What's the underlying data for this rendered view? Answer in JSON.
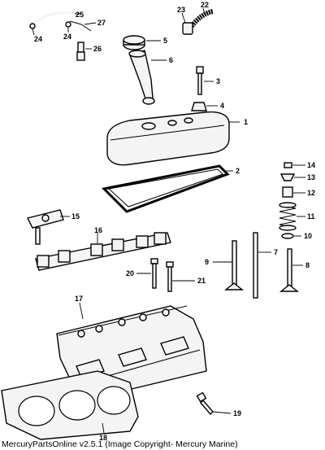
{
  "callouts": [
    {
      "id": "n1",
      "label": "1"
    },
    {
      "id": "n2",
      "label": "2"
    },
    {
      "id": "n3",
      "label": "3"
    },
    {
      "id": "n4",
      "label": "4"
    },
    {
      "id": "n5",
      "label": "5"
    },
    {
      "id": "n6",
      "label": "6"
    },
    {
      "id": "n7",
      "label": "7"
    },
    {
      "id": "n8",
      "label": "8"
    },
    {
      "id": "n9",
      "label": "9"
    },
    {
      "id": "n10",
      "label": "10"
    },
    {
      "id": "n11",
      "label": "11"
    },
    {
      "id": "n12",
      "label": "12"
    },
    {
      "id": "n13",
      "label": "13"
    },
    {
      "id": "n14",
      "label": "14"
    },
    {
      "id": "n15",
      "label": "15"
    },
    {
      "id": "n16",
      "label": "16"
    },
    {
      "id": "n17",
      "label": "17"
    },
    {
      "id": "n18",
      "label": "18"
    },
    {
      "id": "n19",
      "label": "19"
    },
    {
      "id": "n20",
      "label": "20"
    },
    {
      "id": "n21",
      "label": "21"
    },
    {
      "id": "n22",
      "label": "22"
    },
    {
      "id": "n23",
      "label": "23"
    },
    {
      "id": "n24a",
      "label": "24"
    },
    {
      "id": "n24b",
      "label": "24"
    },
    {
      "id": "n25",
      "label": "25"
    },
    {
      "id": "n26",
      "label": "26"
    },
    {
      "id": "n27",
      "label": "27"
    }
  ],
  "footer": {
    "copyright": "MercuryPartsOnline v2.5.1 (Image Copyright- Mercury Marine)"
  }
}
